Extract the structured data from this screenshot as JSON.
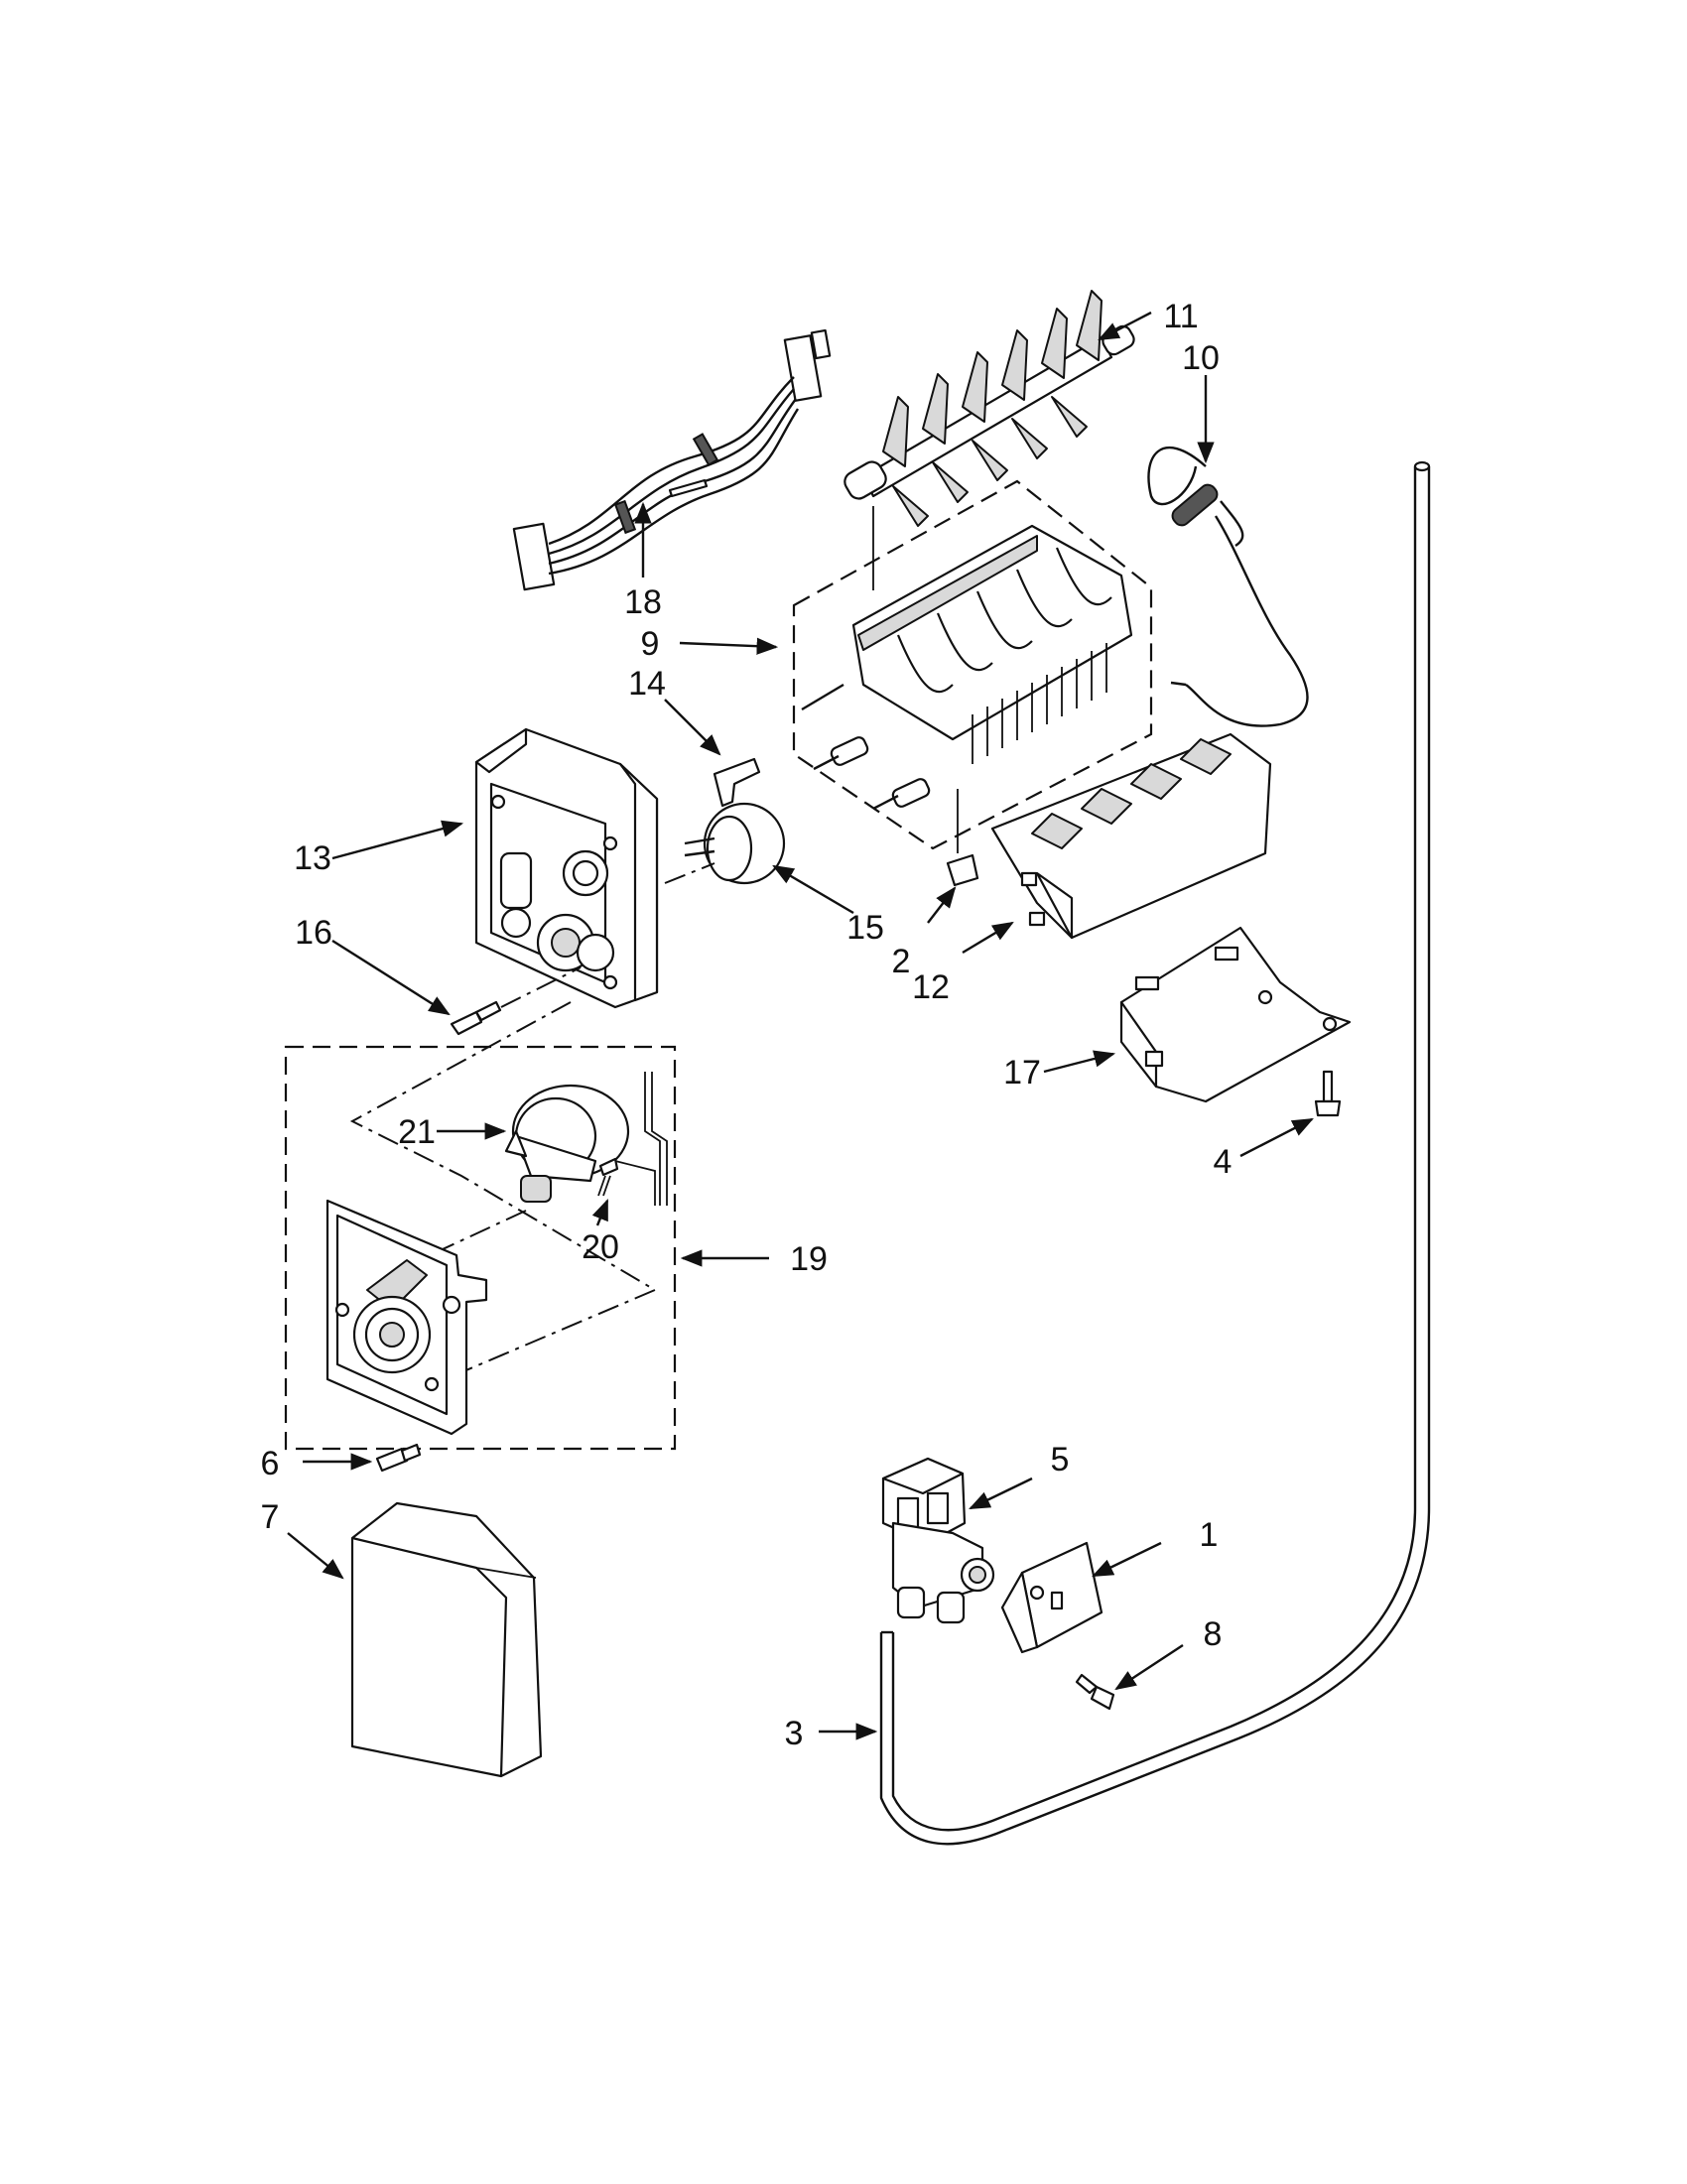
{
  "callouts": {
    "n1": "1",
    "n2": "2",
    "n3": "3",
    "n4": "4",
    "n5": "5",
    "n6": "6",
    "n7": "7",
    "n8": "8",
    "n9": "9",
    "n10": "10",
    "n11": "11",
    "n12": "12",
    "n13": "13",
    "n14": "14",
    "n15": "15",
    "n16": "16",
    "n17": "17",
    "n18": "18",
    "n19": "19",
    "n20": "20",
    "n21": "21"
  }
}
